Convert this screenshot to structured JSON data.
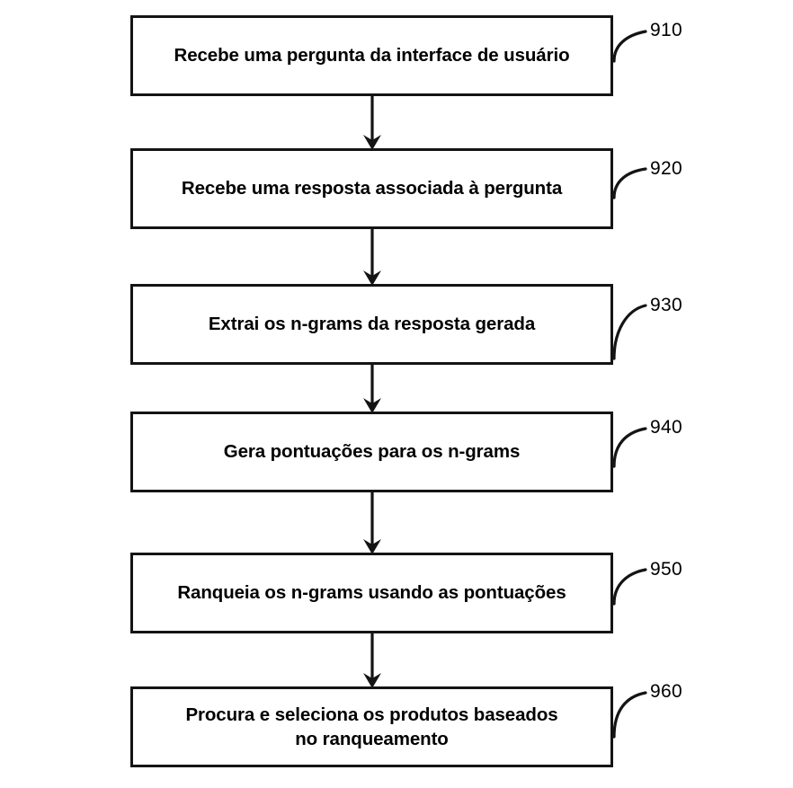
{
  "figure": {
    "type": "flowchart",
    "language": "pt-BR",
    "orientation": "vertical",
    "colors": {
      "stroke": "#141414",
      "text": "#000000",
      "background": "#ffffff"
    },
    "nodes": [
      {
        "ref": "910",
        "text": "Recebe uma pergunta da interface de usuário"
      },
      {
        "ref": "920",
        "text": "Recebe uma resposta associada à pergunta"
      },
      {
        "ref": "930",
        "text": "Extrai os n-grams da resposta gerada"
      },
      {
        "ref": "940",
        "text": "Gera pontuações para os n-grams"
      },
      {
        "ref": "950",
        "text": "Ranqueia os n-grams usando as pontuações"
      },
      {
        "ref": "960",
        "text": "Procura e seleciona os produtos baseados\nno ranqueamento"
      }
    ]
  }
}
